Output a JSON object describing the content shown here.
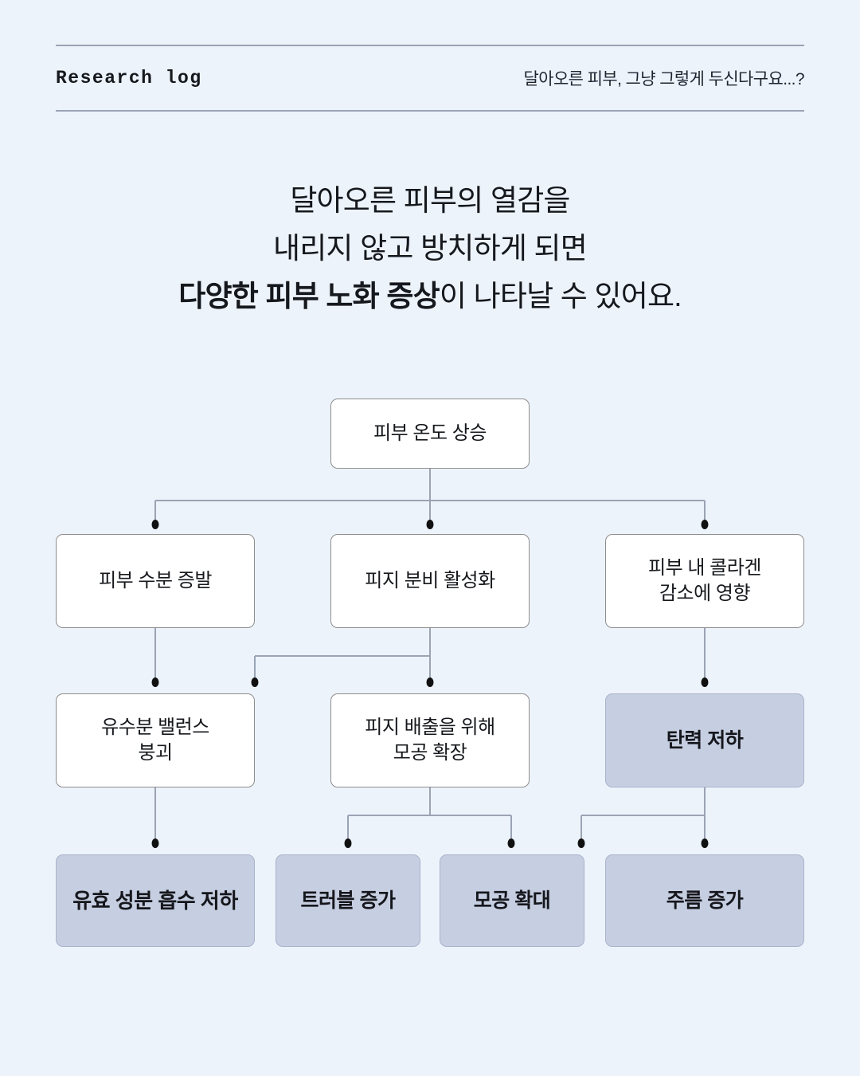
{
  "background_color": "#edf3fb",
  "header": {
    "left_label": "Research log",
    "right_label": "달아오른 피부, 그냥 그렇게 두신다구요...?"
  },
  "headline": {
    "line1": "달아오른 피부의 열감을",
    "line2": "내리지 않고 방치하게 되면",
    "line3_bold": "다양한 피부 노화 증상",
    "line3_rest": "이 나타날 수 있어요."
  },
  "chart_data": {
    "type": "diagram",
    "title": "달아오른 피부의 열감 방치로 인한 피부 노화 증상 흐름도",
    "node_colors": {
      "plain_fill": "#ffffff",
      "plain_border": "#8d8d8d",
      "highlight_fill": "#c6cee1",
      "highlight_border": "#a9b3ca",
      "connector": "#9aa4b4"
    },
    "nodes": [
      {
        "id": "n1",
        "label": "피부 온도 상승",
        "style": "plain",
        "level": 0
      },
      {
        "id": "n2",
        "label": "피부 수분 증발",
        "style": "plain",
        "level": 1
      },
      {
        "id": "n3",
        "label": "피지 분비 활성화",
        "style": "plain",
        "level": 1
      },
      {
        "id": "n4",
        "label": "피부 내 콜라겐\n감소에 영향",
        "line1": "피부 내 콜라겐",
        "line2": "감소에 영향",
        "style": "plain",
        "level": 1
      },
      {
        "id": "n5",
        "label": "유수분 밸런스\n붕괴",
        "line1": "유수분 밸런스",
        "line2": "붕괴",
        "style": "plain",
        "level": 2
      },
      {
        "id": "n6",
        "label": "피지 배출을 위해\n모공 확장",
        "line1": "피지 배출을 위해",
        "line2": "모공 확장",
        "style": "plain",
        "level": 2
      },
      {
        "id": "n7",
        "label": "탄력 저하",
        "style": "highlight",
        "level": 2
      },
      {
        "id": "n8",
        "label": "유효 성분 흡수 저하",
        "style": "highlight",
        "level": 3
      },
      {
        "id": "n9",
        "label": "트러블 증가",
        "style": "highlight",
        "level": 3
      },
      {
        "id": "n10",
        "label": "모공 확대",
        "style": "highlight",
        "level": 3
      },
      {
        "id": "n11",
        "label": "주름 증가",
        "style": "highlight",
        "level": 3
      }
    ],
    "edges": [
      {
        "from": "n1",
        "to": "n2"
      },
      {
        "from": "n1",
        "to": "n3"
      },
      {
        "from": "n1",
        "to": "n4"
      },
      {
        "from": "n2",
        "to": "n5"
      },
      {
        "from": "n3",
        "to": "n5"
      },
      {
        "from": "n3",
        "to": "n6"
      },
      {
        "from": "n4",
        "to": "n7"
      },
      {
        "from": "n5",
        "to": "n8"
      },
      {
        "from": "n6",
        "to": "n9"
      },
      {
        "from": "n6",
        "to": "n10"
      },
      {
        "from": "n7",
        "to": "n10"
      },
      {
        "from": "n7",
        "to": "n11"
      }
    ]
  }
}
